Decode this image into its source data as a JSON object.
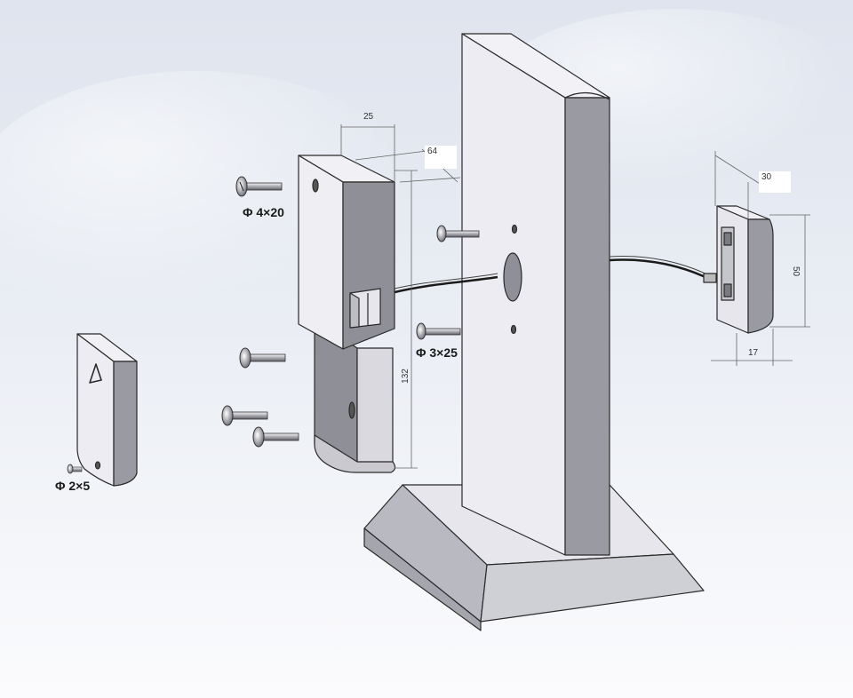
{
  "screw_labels": {
    "top_left": "Φ 4×20",
    "middle": "Φ 3×25",
    "cover": "Φ 2×5"
  },
  "dimensions": {
    "lock_width": "25",
    "lock_depth": "64",
    "lock_height": "132",
    "strike_width": "30",
    "strike_height": "50",
    "strike_depth": "17"
  },
  "colors": {
    "panel_face": "#ececf2",
    "panel_side": "#9a9aa2",
    "outline": "#2a2a2a",
    "wire": "#1a1a1a"
  }
}
